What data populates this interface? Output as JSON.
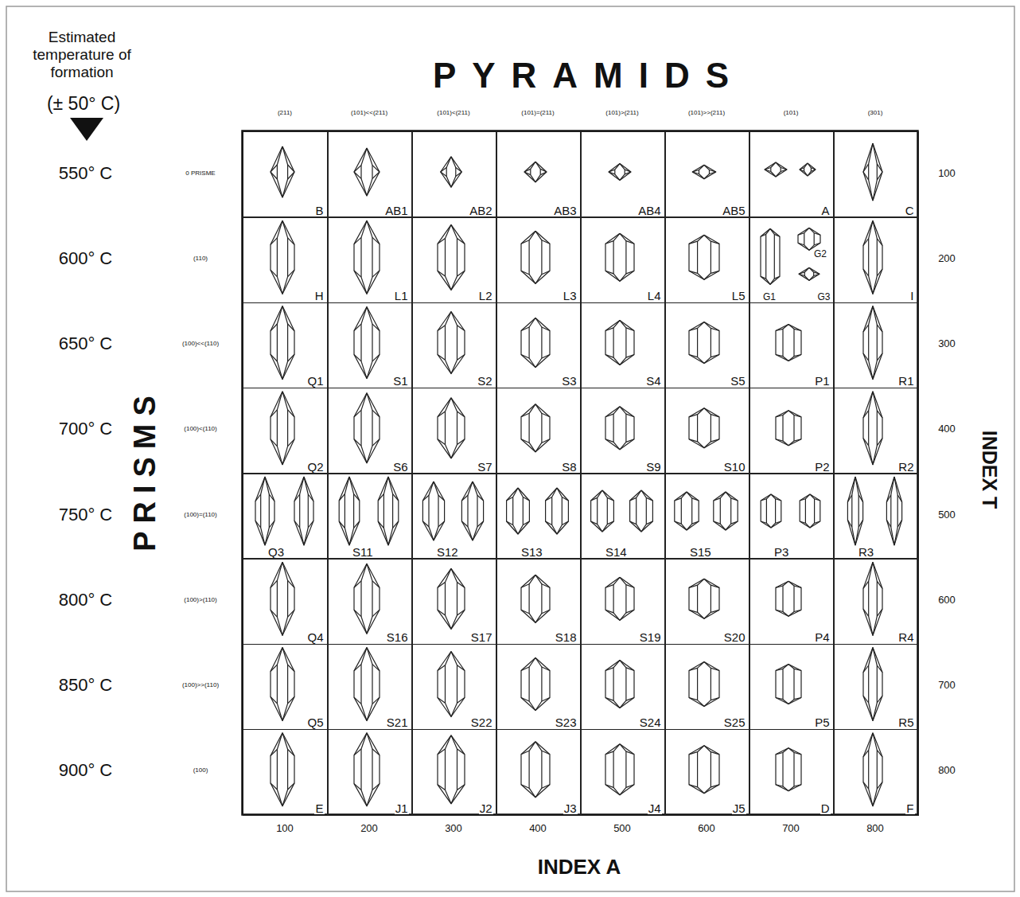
{
  "diagram": {
    "title": "PYRAMIDS",
    "nodes": [
      {
        "text": [
          "B"
        ]
      },
      {
        "text": [
          "AB1"
        ]
      },
      {
        "text": [
          "AB2"
        ]
      },
      {
        "text": [
          "AB3"
        ]
      },
      {
        "text": [
          "AB4"
        ]
      },
      {
        "text": [
          "AB5"
        ]
      },
      {
        "text": [
          "A"
        ]
      },
      {
        "text": [
          "C"
        ]
      },
      {
        "text": [
          "H"
        ]
      },
      {
        "text": [
          "L1"
        ]
      },
      {
        "text": [
          "L2"
        ]
      },
      {
        "text": [
          "L3"
        ]
      },
      {
        "text": [
          "L4"
        ]
      },
      {
        "text": [
          "L5"
        ]
      },
      {
        "text": [
          "G1",
          "G2",
          "G3"
        ]
      },
      {
        "text": [
          "I"
        ]
      },
      {
        "text": [
          "Q1"
        ]
      },
      {
        "text": [
          "S1"
        ]
      },
      {
        "text": [
          "S2"
        ]
      },
      {
        "text": [
          "S3"
        ]
      },
      {
        "text": [
          "S4"
        ]
      },
      {
        "text": [
          "S5"
        ]
      },
      {
        "text": [
          "P1"
        ]
      },
      {
        "text": [
          "R1"
        ]
      },
      {
        "text": [
          "Q2"
        ]
      },
      {
        "text": [
          "S6"
        ]
      },
      {
        "text": [
          "S7"
        ]
      },
      {
        "text": [
          "S8"
        ]
      },
      {
        "text": [
          "S9"
        ]
      },
      {
        "text": [
          "S10"
        ]
      },
      {
        "text": [
          "P2"
        ]
      },
      {
        "text": [
          "R2"
        ]
      },
      {
        "text": [
          "Q3"
        ]
      },
      {
        "text": [
          "S11"
        ]
      },
      {
        "text": [
          "S12"
        ]
      },
      {
        "text": [
          "S13"
        ]
      },
      {
        "text": [
          "S14"
        ]
      },
      {
        "text": [
          "S15"
        ]
      },
      {
        "text": [
          "P3"
        ]
      },
      {
        "text": [
          "R3"
        ]
      },
      {
        "text": [
          "Q4"
        ]
      },
      {
        "text": [
          "S16"
        ]
      },
      {
        "text": [
          "S17"
        ]
      },
      {
        "text": [
          "S18"
        ]
      },
      {
        "text": [
          "S19"
        ]
      },
      {
        "text": [
          "S20"
        ]
      },
      {
        "text": [
          "P4"
        ]
      },
      {
        "text": [
          "R4"
        ]
      },
      {
        "text": [
          "Q5"
        ]
      },
      {
        "text": [
          "S21"
        ]
      },
      {
        "text": [
          "S22"
        ]
      },
      {
        "text": [
          "S23"
        ]
      },
      {
        "text": [
          "S24"
        ]
      },
      {
        "text": [
          "S25"
        ]
      },
      {
        "text": [
          "P5"
        ]
      },
      {
        "text": [
          "R5"
        ]
      },
      {
        "text": [
          "E"
        ]
      },
      {
        "text": [
          "J1"
        ]
      },
      {
        "text": [
          "J2"
        ]
      },
      {
        "text": [
          "J3"
        ]
      },
      {
        "text": [
          "J4"
        ]
      },
      {
        "text": [
          "J5"
        ]
      },
      {
        "text": [
          "D"
        ]
      },
      {
        "text": [
          "F"
        ]
      }
    ],
    "labels": [
      "Estimated temperature of formation",
      "(± 50° C)",
      "550° C",
      "600° C",
      "650° C",
      "700° C",
      "750° C",
      "800° C",
      "850° C",
      "900° C",
      "PRISMS",
      "0 PRISME",
      "(110)",
      "(100)<<(110)",
      "(100)<(110)",
      "(100)=(110)",
      "(100)>(110)",
      "(100)>>(110)",
      "(100)",
      "(211)",
      "(101)<<(211)",
      "(101)<(211)",
      "(101)=(211)",
      "(101)>(211)",
      "(101)>>(211)",
      "(101)",
      "(301)",
      "100",
      "200",
      "300",
      "400",
      "500",
      "600",
      "700",
      "800",
      "INDEX T",
      "100",
      "200",
      "300",
      "400",
      "500",
      "600",
      "700",
      "800",
      "INDEX A"
    ]
  }
}
